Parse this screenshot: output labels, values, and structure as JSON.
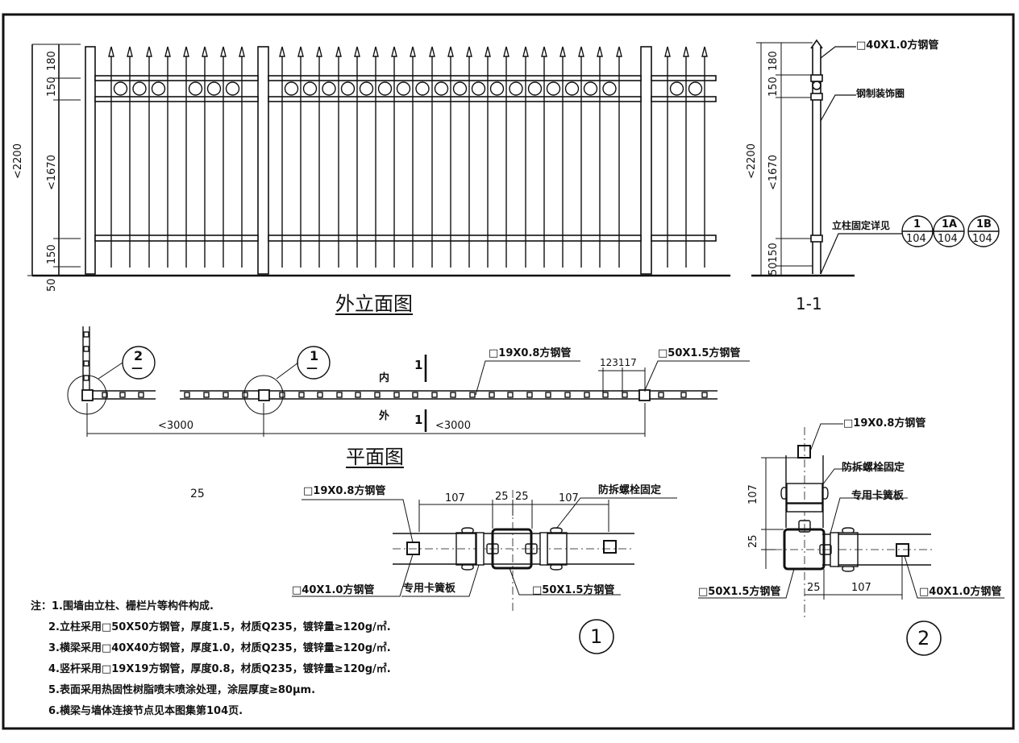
{
  "elevation": {
    "title": "外立面图",
    "dims": {
      "total": "<2200",
      "top": "180",
      "rail_gap": "150",
      "mid": "<1670",
      "bottom_rail": "150",
      "base": "50"
    }
  },
  "section": {
    "title": "1-1",
    "dims": {
      "total": "<2200",
      "top": "180",
      "rail_gap": "150",
      "mid": "<1670",
      "bottom_rail": "150",
      "base": "50"
    },
    "labels": {
      "post": "□40X1.0方钢管",
      "ring": "钢制装饰圈",
      "fix": "立柱固定详见"
    },
    "refs": [
      {
        "top": "1",
        "bottom": "104"
      },
      {
        "top": "1A",
        "bottom": "104"
      },
      {
        "top": "1B",
        "bottom": "104"
      }
    ]
  },
  "plan": {
    "title": "平面图",
    "inner": "内",
    "outer": "外",
    "section_mark": "1",
    "picket_label": "□19X0.8方钢管",
    "post_label": "□50X1.5方钢管",
    "spacing": "123117",
    "span1": "<3000",
    "span2": "<3000",
    "callouts": [
      {
        "top": "2",
        "bottom": "—"
      },
      {
        "top": "1",
        "bottom": "—"
      }
    ],
    "stray": "25"
  },
  "detail1": {
    "number": "1",
    "picket": "□19X0.8方钢管",
    "rail": "□40X1.0方钢管",
    "clip": "专用卡簧板",
    "post": "□50X1.5方钢管",
    "bolt": "防拆螺栓固定",
    "dims": [
      "107",
      "25",
      "25",
      "107"
    ]
  },
  "detail2": {
    "number": "2",
    "picket": "□19X0.8方钢管",
    "bolt": "防拆螺栓固定",
    "clip": "专用卡簧板",
    "post": "□50X1.5方钢管",
    "rail": "□40X1.0方钢管",
    "dims": {
      "v1": "107",
      "v2": "25",
      "h1": "25",
      "h2": "107"
    }
  },
  "notes": [
    "注：1.围墙由立柱、栅栏片等构件构成.",
    "2.立柱采用□50X50方钢管，厚度1.5，材质Q235，镀锌量≥120g/㎡.",
    "3.横梁采用□40X40方钢管，厚度1.0，材质Q235，镀锌量≥120g/㎡.",
    "4.竖杆采用□19X19方钢管，厚度0.8，材质Q235，镀锌量≥120g/㎡.",
    "5.表面采用热固性树脂喷末喷涂处理，涂层厚度≥80μm.",
    "6.横梁与墙体连接节点见本图集第104页."
  ]
}
